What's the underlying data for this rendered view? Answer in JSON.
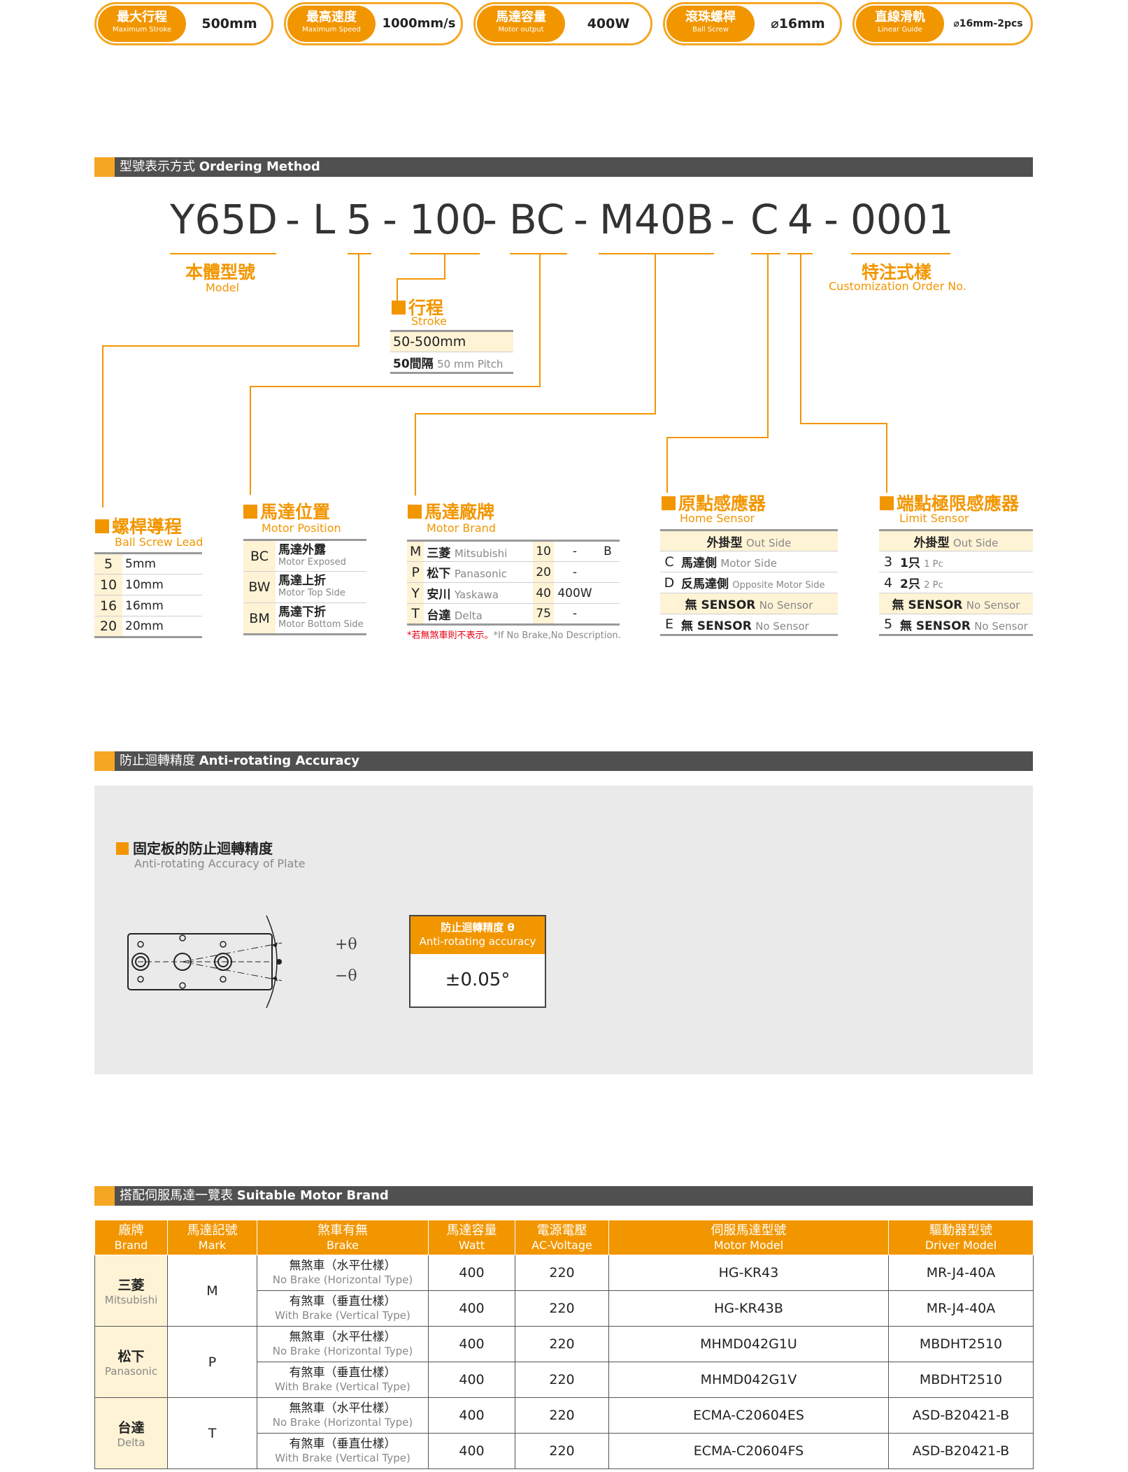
{
  "specs": [
    {
      "zh": "最大行程",
      "en": "Maximum Stroke",
      "value": "500mm"
    },
    {
      "zh": "最高速度",
      "en": "Maximum Speed",
      "value": "1000mm/s"
    },
    {
      "zh": "馬達容量",
      "en": "Motor output",
      "value": "400W"
    },
    {
      "zh": "滾珠螺桿",
      "en": "Ball Screw",
      "value": "⌀16mm"
    },
    {
      "zh": "直線滑軌",
      "en": "Linear Guide",
      "value": "⌀16mm-2pcs"
    }
  ],
  "sections": {
    "ordering": {
      "zh": "型號表示方式",
      "en": "Ordering Method"
    },
    "accuracy": {
      "zh": "防止迴轉精度",
      "en": "Anti-rotating Accuracy"
    },
    "motors": {
      "zh": "搭配伺服馬達一覽表",
      "en": "Suitable Motor Brand"
    }
  },
  "code": {
    "p1": "Y65D",
    "p2": "L",
    "p3": "5",
    "p4": "100",
    "p5": "BC",
    "p6": "M40B",
    "p7": "C",
    "p8": "4",
    "p9": "0001",
    "dash": "-"
  },
  "model": {
    "zh": "本體型號",
    "en": "Model"
  },
  "custom": {
    "zh": "特注式樣",
    "en": "Customization Order No."
  },
  "stroke": {
    "zh": "行程",
    "en": "Stroke",
    "range": "50-500mm",
    "pitch_zh": "50間隔",
    "pitch_en": "50 mm Pitch"
  },
  "lead": {
    "zh": "螺桿導程",
    "en": "Ball Screw Lead",
    "rows": [
      {
        "k": "5",
        "v": "5mm"
      },
      {
        "k": "10",
        "v": "10mm"
      },
      {
        "k": "16",
        "v": "16mm"
      },
      {
        "k": "20",
        "v": "20mm"
      }
    ]
  },
  "position": {
    "zh": "馬達位置",
    "en": "Motor Position",
    "rows": [
      {
        "k": "BC",
        "zh": "馬達外露",
        "en": "Motor Exposed"
      },
      {
        "k": "BW",
        "zh": "馬達上折",
        "en": "Motor Top Side"
      },
      {
        "k": "BM",
        "zh": "馬達下折",
        "en": "Motor Bottom Side"
      }
    ]
  },
  "brand": {
    "zh": "馬達廠牌",
    "en": "Motor Brand",
    "rows": [
      {
        "k": "M",
        "zh": "三菱",
        "en": "Mitsubishi",
        "w": "10",
        "watt": "-",
        "b": "B"
      },
      {
        "k": "P",
        "zh": "松下",
        "en": "Panasonic",
        "w": "20",
        "watt": "-",
        "b": ""
      },
      {
        "k": "Y",
        "zh": "安川",
        "en": "Yaskawa",
        "w": "40",
        "watt": "400W",
        "b": ""
      },
      {
        "k": "T",
        "zh": "台達",
        "en": "Delta",
        "w": "75",
        "watt": "-",
        "b": ""
      }
    ],
    "note_zh": "*若無煞車則不表示。",
    "note_en": "*If No Brake,No Description."
  },
  "home": {
    "zh": "原點感應器",
    "en": "Home Sensor",
    "head_zh": "外掛型",
    "head_en": "Out Side",
    "rows": [
      {
        "k": "C",
        "zh": "馬達側",
        "en": "Motor Side"
      },
      {
        "k": "D",
        "zh": "反馬達側",
        "en": "Opposite Motor Side"
      }
    ],
    "none_zh": "無 SENSOR",
    "none_en": "No Sensor",
    "e_k": "E",
    "e_zh": "無 SENSOR",
    "e_en": "No Sensor"
  },
  "limit": {
    "zh": "端點極限感應器",
    "en": "Limit Sensor",
    "head_zh": "外掛型",
    "head_en": "Out Side",
    "rows": [
      {
        "k": "3",
        "zh": "1只",
        "en": "1 Pc"
      },
      {
        "k": "4",
        "zh": "2只",
        "en": "2 Pc"
      }
    ],
    "none_zh": "無 SENSOR",
    "none_en": "No Sensor",
    "e_k": "5",
    "e_zh": "無 SENSOR",
    "e_en": "No Sensor"
  },
  "plate": {
    "zh": "固定板的防止迴轉精度",
    "en": "Anti-rotating Accuracy of Plate",
    "plus": "+θ",
    "minus": "−θ",
    "box_zh": "防止迴轉精度 θ",
    "box_en": "Anti-rotating accuracy",
    "value": "±0.05°"
  },
  "motor_table": {
    "headers": [
      {
        "zh": "廠牌",
        "en": "Brand"
      },
      {
        "zh": "馬達記號",
        "en": "Mark"
      },
      {
        "zh": "煞車有無",
        "en": "Brake"
      },
      {
        "zh": "馬達容量",
        "en": "Watt"
      },
      {
        "zh": "電源電壓",
        "en": "AC-Voltage"
      },
      {
        "zh": "伺服馬達型號",
        "en": "Motor Model"
      },
      {
        "zh": "驅動器型號",
        "en": "Driver Model"
      }
    ],
    "brands": [
      {
        "zh": "三菱",
        "en": "Mitsubishi",
        "mark": "M",
        "rows": [
          {
            "brake_zh": "無煞車（水平仕樣）",
            "brake_en": "No Brake (Horizontal Type)",
            "watt": "400",
            "volt": "220",
            "motor": "HG-KR43",
            "driver": "MR-J4-40A"
          },
          {
            "brake_zh": "有煞車（垂直仕樣）",
            "brake_en": "With Brake (Vertical Type)",
            "watt": "400",
            "volt": "220",
            "motor": "HG-KR43B",
            "driver": "MR-J4-40A"
          }
        ]
      },
      {
        "zh": "松下",
        "en": "Panasonic",
        "mark": "P",
        "rows": [
          {
            "brake_zh": "無煞車（水平仕樣）",
            "brake_en": "No Brake (Horizontal Type)",
            "watt": "400",
            "volt": "220",
            "motor": "MHMD042G1U",
            "driver": "MBDHT2510"
          },
          {
            "brake_zh": "有煞車（垂直仕樣）",
            "brake_en": "With Brake (Vertical Type)",
            "watt": "400",
            "volt": "220",
            "motor": "MHMD042G1V",
            "driver": "MBDHT2510"
          }
        ]
      },
      {
        "zh": "台達",
        "en": "Delta",
        "mark": "T",
        "rows": [
          {
            "brake_zh": "無煞車（水平仕樣）",
            "brake_en": "No Brake (Horizontal Type)",
            "watt": "400",
            "volt": "220",
            "motor": "ECMA-C20604ES",
            "driver": "ASD-B20421-B"
          },
          {
            "brake_zh": "有煞車（垂直仕樣）",
            "brake_en": "With Brake (Vertical Type)",
            "watt": "400",
            "volt": "220",
            "motor": "ECMA-C20604FS",
            "driver": "ASD-B20421-B"
          }
        ]
      }
    ]
  },
  "colors": {
    "accent": "#f29600",
    "bar": "#505050",
    "panel": "#eaeaea"
  }
}
